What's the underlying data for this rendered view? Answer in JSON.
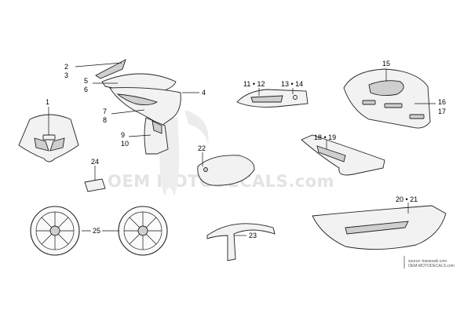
{
  "callouts": {
    "c1": "1",
    "c2": "2",
    "c3": "3",
    "c4": "4",
    "c5": "5",
    "c6": "6",
    "c7": "7",
    "c8": "8",
    "c9": "9",
    "c10": "10",
    "c11_12": "11 • 12",
    "c13_14": "13 • 14",
    "c15": "15",
    "c16": "16",
    "c17": "17",
    "c18_19": "18 • 19",
    "c20_21": "20 • 21",
    "c22": "22",
    "c23": "23",
    "c24": "24",
    "c25": "25"
  },
  "watermark": {
    "text": "OEM MOTODECALS.com"
  },
  "source_note": {
    "line1": "source: kawasaki.com",
    "line2": "OEM-MOTODECALS.com"
  }
}
